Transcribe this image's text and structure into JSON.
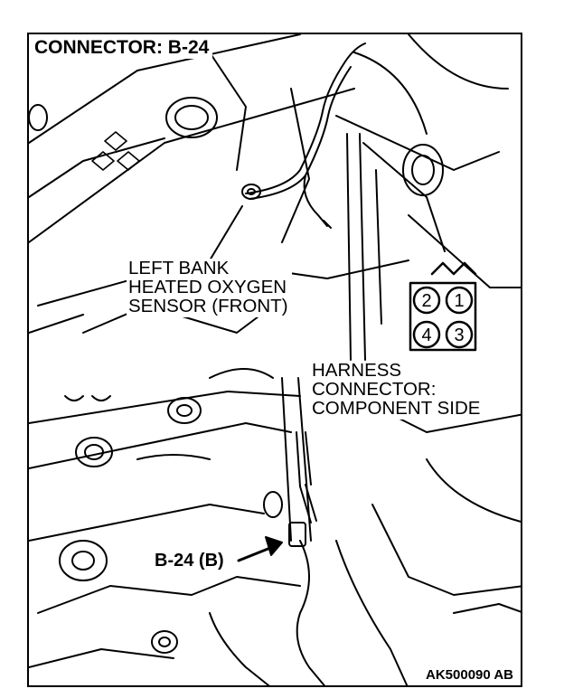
{
  "title": "CONNECTOR: B-24",
  "sensor_label": [
    "LEFT BANK",
    "HEATED OXYGEN",
    "SENSOR (FRONT)"
  ],
  "harness_label": [
    "HARNESS",
    "CONNECTOR:",
    "COMPONENT SIDE"
  ],
  "connector_callout": "B-24 (B)",
  "connector_pins": [
    "2",
    "1",
    "4",
    "3"
  ],
  "image_code": "AK500090 AB",
  "colors": {
    "line": "#000000",
    "background": "#ffffff"
  }
}
